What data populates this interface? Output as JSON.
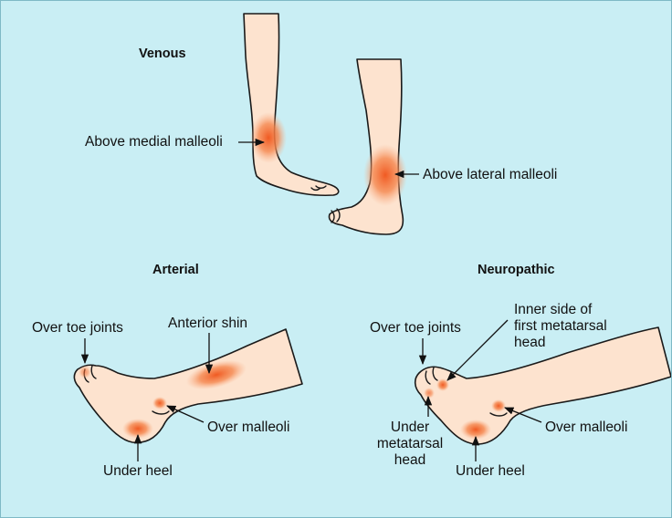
{
  "titles": {
    "venous": "Venous",
    "arterial": "Arterial",
    "neuropathic": "Neuropathic"
  },
  "venous": {
    "medial": "Above medial malleoli",
    "lateral": "Above lateral malleoli"
  },
  "arterial": {
    "toe_joints": "Over toe joints",
    "anterior_shin": "Anterior shin",
    "malleoli": "Over malleoli",
    "heel": "Under heel"
  },
  "neuropathic": {
    "toe_joints": "Over toe joints",
    "inner_side": [
      "Inner side of",
      "first metatarsal",
      "head"
    ],
    "under_metatarsal": [
      "Under",
      "metatarsal",
      "head"
    ],
    "malleoli": "Over malleoli",
    "heel": "Under heel"
  },
  "colors": {
    "background": "#c9eef4",
    "skin": "#fde3cf",
    "ulcer": "#f26a2e",
    "outline": "#1a1a1a"
  }
}
